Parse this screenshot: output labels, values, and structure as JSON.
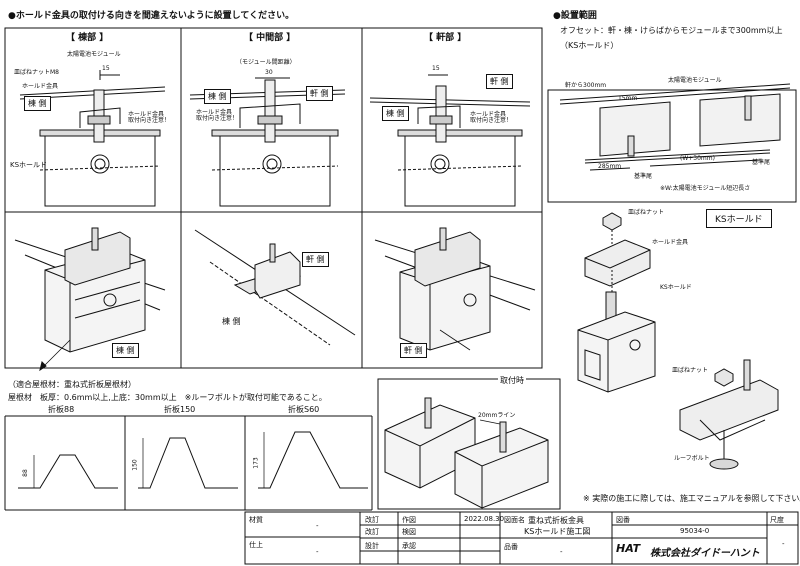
{
  "header": {
    "main_title": "●ホールド金具の取付ける向きを間違えないように設置してください。",
    "install_range_title": "●設置範囲",
    "offset_text": "オフセット：軒・棟・けらばからモジュールまで300mm以上",
    "ks_hold_paren": "（KSホールド）"
  },
  "panels": {
    "ridge": {
      "title": "【 棟部 】",
      "module_label": "太陽電池モジュール",
      "nut_label": "皿ばねナットM8",
      "hold_label": "ホールド金具",
      "ridge_side": "棟 側",
      "dim": "15",
      "caution": "ホールド金具\n取付向き注意！",
      "ks_hold": "KSホールド",
      "bottom_side": "棟 側"
    },
    "middle": {
      "title": "【 中間部 】",
      "spacing_label": "（モジュール間距離）",
      "dim": "30",
      "ridge_side": "棟 側",
      "eave_side": "軒 側",
      "caution": "ホールド金具\n取付向き注意！",
      "bottom_eave": "軒 側",
      "bottom_ridge": "棟 側"
    },
    "eave": {
      "title": "【 軒部 】",
      "dim": "15",
      "eave_side": "軒 側",
      "ridge_side": "棟 側",
      "caution": "ホールド金具\n取付向き注意！",
      "bottom_side": "軒 側"
    }
  },
  "install_diagram": {
    "from_eave": "軒から300mm",
    "module_label": "太陽電池モジュール",
    "dim_15": "15mm",
    "dim_285": "285mm",
    "dim_w": "(W+30mm)",
    "base_line": "基準尾",
    "note": "※W:太陽電池モジュール短辺長さ"
  },
  "ks_hold_detail": {
    "box_title": "KSホールド",
    "nut": "皿ばねナット",
    "hold": "ホールド金具",
    "ks_hold": "KSホールド",
    "nut2": "皿ばねナット",
    "roof_bolt": "ルーフボルト"
  },
  "mounting": {
    "title": "取付時",
    "line_20": "20mmライン"
  },
  "roof": {
    "applicable": "（適合屋根材：重ね式折板屋根材）",
    "spec": "屋根材　板厚：0.6mm以上,上底：30mm以上　※ルーフボルトが取付可能であること。",
    "types": [
      {
        "name": "折板88",
        "height": "88"
      },
      {
        "name": "折板150",
        "height": "150"
      },
      {
        "name": "折板S60",
        "height": "173"
      }
    ]
  },
  "footnote": "※ 実際の施工に際しては、施工マニュアルを参照して下さい。",
  "title_block": {
    "material_label": "材質",
    "material_val": "-",
    "finish_label": "仕上",
    "finish_val": "-",
    "revision": "改訂",
    "revision_label": "改訂",
    "design": "設計",
    "drawn_label": "作図",
    "drawn_date": "2022.08.30",
    "check_label": "検図",
    "approve_label": "承認",
    "name_label": "図面名",
    "name_line1": "重ね式折板金具",
    "name_line2": "KSホールド施工図",
    "number_label": "図番",
    "number_val": "95034-0",
    "scale_label": "尺度",
    "scale_val": "-",
    "product_label": "品番",
    "product_val": "-",
    "company": "株式会社ダイドーハント"
  }
}
